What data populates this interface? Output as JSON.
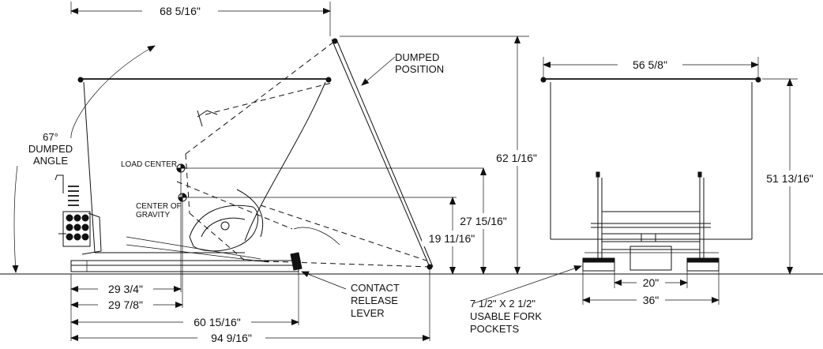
{
  "side_view": {
    "overall_length": "68 5/16\"",
    "dumped_position": [
      "DUMPED",
      "POSITION"
    ],
    "dumped_angle": [
      "67°",
      "DUMPED",
      "ANGLE"
    ],
    "load_center": "LOAD CENTER",
    "center_of_gravity": [
      "CENTER OF",
      "GRAVITY"
    ],
    "height_dumped": "62 1/16\"",
    "height_load_center": "27 15/16\"",
    "height_cog": "19 11/16\"",
    "dim_29_3_4": "29 3/4\"",
    "dim_29_7_8": "29 7/8\"",
    "dim_60_15_16": "60 15/16\"",
    "dim_94_9_16": "94 9/16\"",
    "contact_release_lever": [
      "CONTACT",
      "RELEASE",
      "LEVER"
    ]
  },
  "front_view": {
    "width": "56 5/8\"",
    "height": "51 13/16\"",
    "pocket_spacing": "20\"",
    "outer_width": "36\"",
    "fork_pockets": [
      "7 1/2\" X 2 1/2\"",
      "USABLE FORK",
      "POCKETS"
    ]
  }
}
